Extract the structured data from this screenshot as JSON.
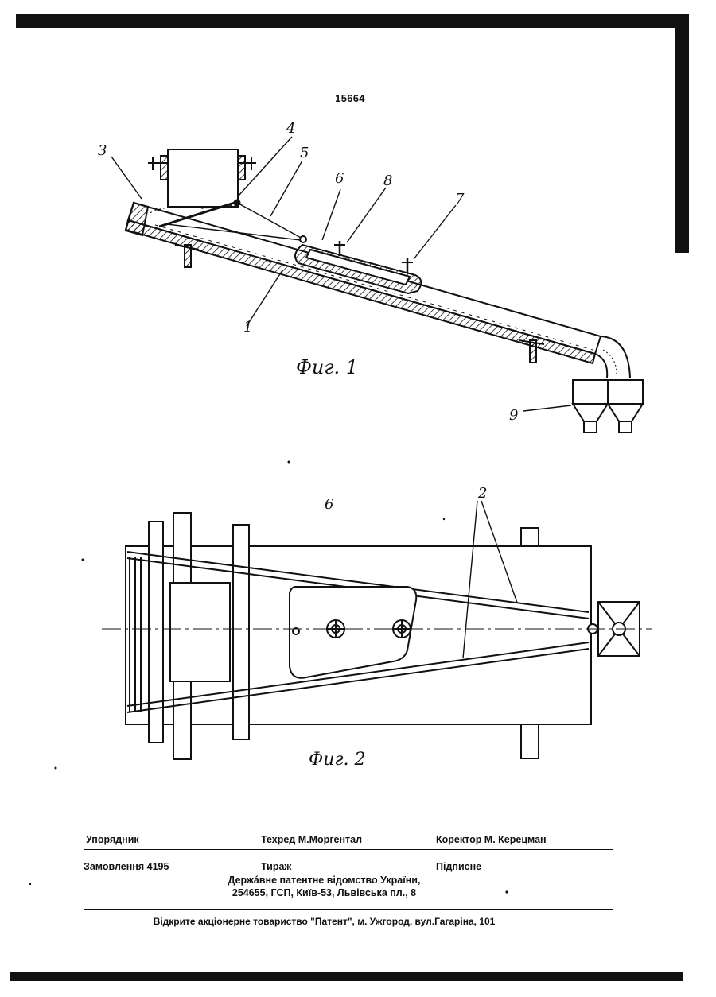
{
  "patent_number": "15664",
  "figures": [
    {
      "caption": "Фиг. 1",
      "labels": [
        "3",
        "4",
        "5",
        "6",
        "8",
        "7",
        "1",
        "9"
      ]
    },
    {
      "caption": "Фиг. 2",
      "labels": [
        "6",
        "2"
      ]
    }
  ],
  "footer": {
    "compiler_label": "Упорядник",
    "techred": "Техред М.Моргентал",
    "corrector": "Коректор  М. Керецман",
    "order": "Замовлення 4195",
    "circulation": "Тираж",
    "subscription": "Підписне",
    "office_line": "Держáвне  патентне  відомство  України,",
    "address_line": "254655, ГСП, Київ-53, Львівська пл., 8",
    "publisher_line": "Відкрите акціонерне товариство  \"Патент\", м. Ужгород, вул.Гагаріна, 101"
  }
}
